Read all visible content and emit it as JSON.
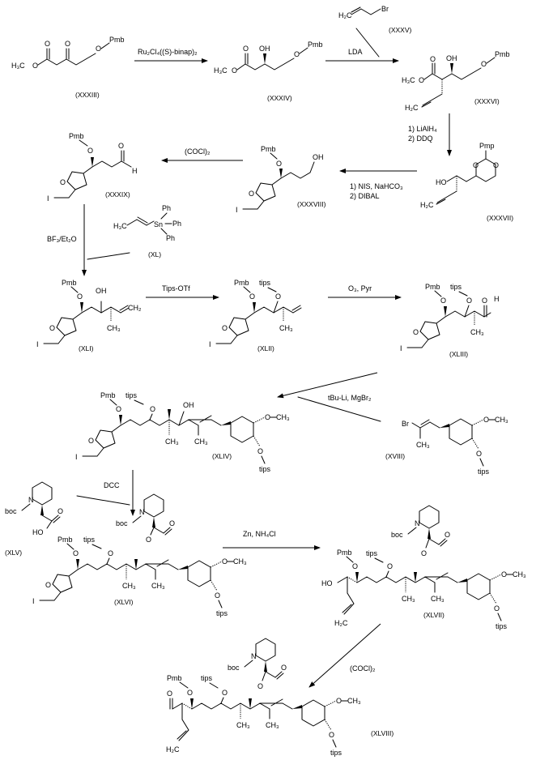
{
  "compounds": {
    "c33": "(XXXIII)",
    "c34": "(XXXIV)",
    "c35": "(XXXV)",
    "c36": "(XXXVI)",
    "c37": "(XXXVII)",
    "c38": "(XXXVIII)",
    "c39": "(XXXIX)",
    "c40": "(XL)",
    "c41": "(XLI)",
    "c42": "(XLII)",
    "c43": "(XLIII)",
    "c18": "(XVIII)",
    "c44": "(XLIV)",
    "c45": "(XLV)",
    "c46": "(XLVI)",
    "c47": "(XLVII)",
    "c48": "(XLVIII)"
  },
  "reagents": {
    "r1": "Ru₂Cl₄((S)-binap)₂",
    "r2": "LDA",
    "r3a": "1) LiAlH₄",
    "r3b": "2) DDQ",
    "r4a": "1) NIS, NaHCO₃",
    "r4b": "2) DIBAL",
    "r5": "(COCl)₂",
    "r6": "BF₃/Et₂O",
    "r7": "Tips-OTf",
    "r8": "O₃, Pyr",
    "r9": "tBu-Li, MgBr₂",
    "r10": "DCC",
    "r11": "Zn,  NH₄Cl",
    "r12": "(COCl)₂"
  },
  "atoms": {
    "pmb": "Pmb",
    "pmp": "Pmp",
    "tips": "tips",
    "oh": "OH",
    "o": "O",
    "h3c": "H₃C",
    "h2c": "H₂C",
    "ch3": "CH₃",
    "ch2": "CH₂",
    "och3": "OCH₃",
    "i": "I",
    "br": "Br",
    "n": "N",
    "boc": "boc",
    "h": "H",
    "ho": "HO",
    "sn": "Sn",
    "ph": "Ph"
  }
}
